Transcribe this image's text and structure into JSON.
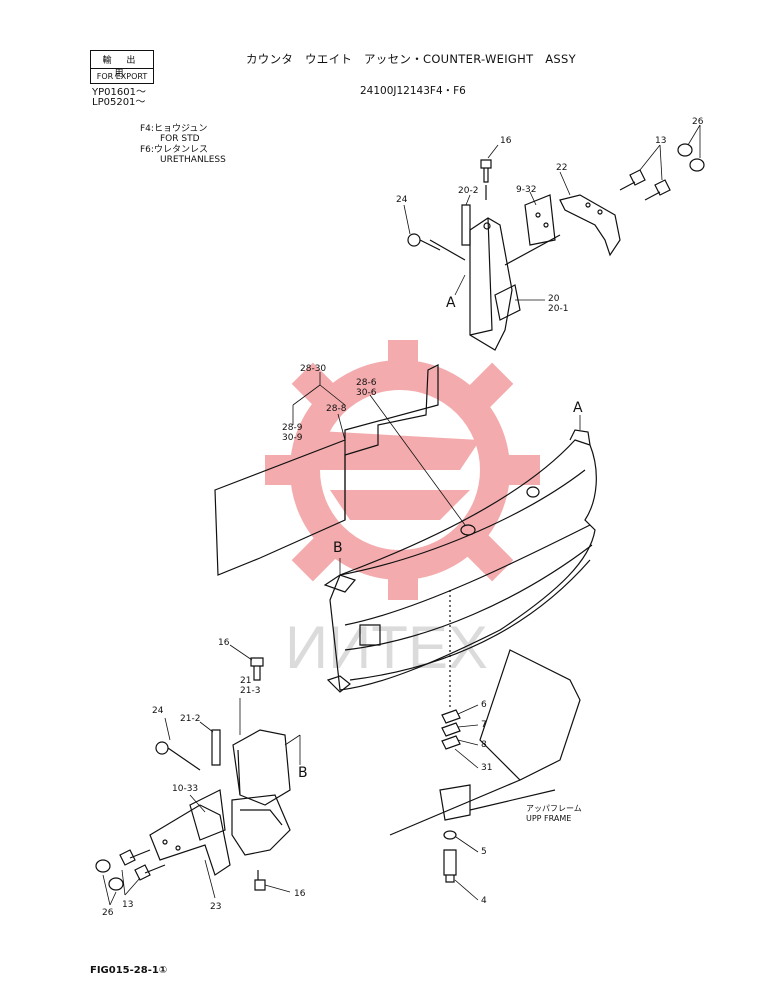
{
  "header": {
    "export_box": {
      "line1": "輸 出 用",
      "line2": "FOR EXPORT"
    },
    "title": "カウンタ　ウエイト　アッセン・COUNTER-WEIGHT　ASSY",
    "part_number": "24100J12143F4・F6",
    "serials": [
      "YP01601～",
      "LP05201～"
    ]
  },
  "notes": [
    {
      "code": "F4",
      "jp": "ヒョウジュン",
      "en": "FOR STD"
    },
    {
      "code": "F6",
      "jp": "ウレタンレス",
      "en": "URETHANLESS"
    }
  ],
  "callouts": {
    "c16a": "16",
    "c13a": "13",
    "c26a": "26",
    "c22": "22",
    "c20_2a": "20-2",
    "c9_32": "9-32",
    "c24a": "24",
    "c20": "20",
    "c20_1": "20-1",
    "cA1": "A",
    "cA2": "A",
    "c28_30": "28-30",
    "c28_6": "28-6",
    "c30_6": "30-6",
    "c28_8": "28-8",
    "c28_9": "28-9",
    "c30_9": "30-9",
    "cB1": "B",
    "cB2": "B",
    "c16b": "16",
    "c21": "21",
    "c21_3": "21-3",
    "c24b": "24",
    "c21_2": "21-2",
    "c10_33": "10-33",
    "c13b": "13",
    "c26b": "26",
    "c23": "23",
    "c16c": "16",
    "c6": "6",
    "c7": "7",
    "c8": "8",
    "c31": "31",
    "c5": "5",
    "c4": "4",
    "upper_frame_jp": "アッパフレーム",
    "upper_frame_en": "UPP FRAME"
  },
  "footer": {
    "figure_id": "FIG015-28-1①"
  },
  "colors": {
    "ink": "#111111",
    "watermark": "#e8474c"
  }
}
